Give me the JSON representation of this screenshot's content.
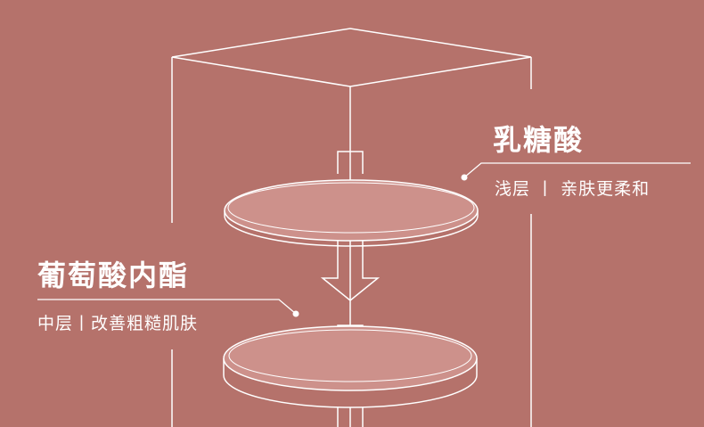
{
  "colors": {
    "background": "#b5726b",
    "line": "#ffffff",
    "disc_fill": "#cd918b"
  },
  "top_label": {
    "title": "乳糖酸",
    "subtitle": "浅层 丨 亲肤更柔和"
  },
  "middle_label": {
    "title": "葡萄酸内酯",
    "subtitle": "中层丨改善粗糙肌肤"
  }
}
